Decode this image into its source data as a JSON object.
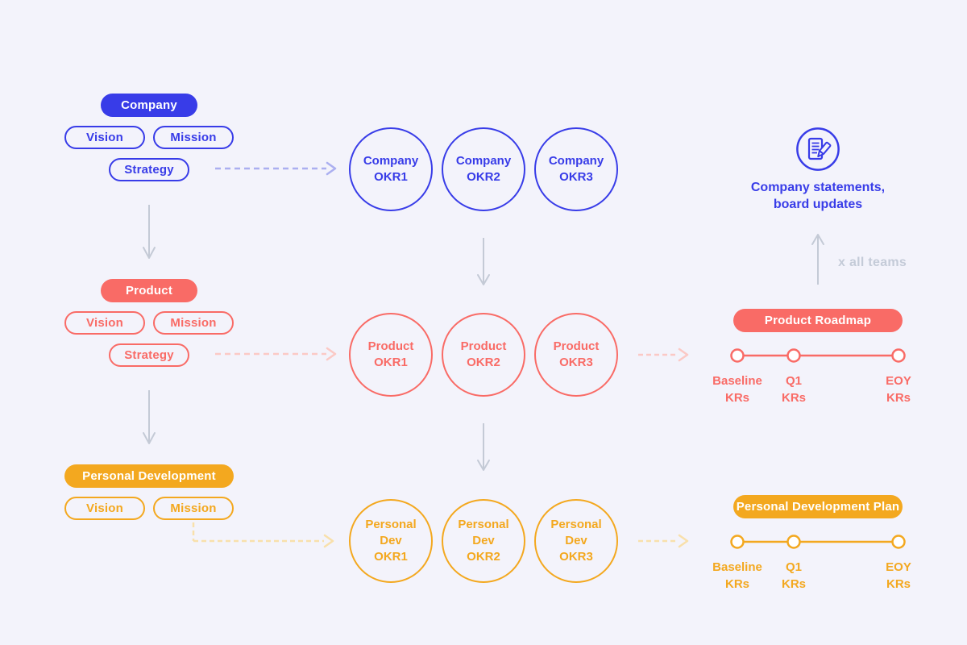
{
  "colors": {
    "blue": "#383ce8",
    "blue_light": "#abaff0",
    "coral": "#f96b66",
    "coral_light": "#fbc9c5",
    "amber": "#f3a81f",
    "amber_light": "#f8e0ab",
    "gray": "#c4cad6",
    "gray_text": "#c4cbd8",
    "background": "#f3f3fb"
  },
  "company": {
    "title": "Company",
    "vision": "Vision",
    "mission": "Mission",
    "strategy": "Strategy",
    "okr1": [
      "Company",
      "OKR1"
    ],
    "okr2": [
      "Company",
      "OKR2"
    ],
    "okr3": [
      "Company",
      "OKR3"
    ],
    "output": {
      "icon": "document-pencil-icon",
      "caption": [
        "Company statements,",
        "board updates"
      ],
      "note": "x all teams"
    }
  },
  "product": {
    "title": "Product",
    "vision": "Vision",
    "mission": "Mission",
    "strategy": "Strategy",
    "okr1": [
      "Product",
      "OKR1"
    ],
    "okr2": [
      "Product",
      "OKR2"
    ],
    "okr3": [
      "Product",
      "OKR3"
    ],
    "roadmap": {
      "title": "Product Roadmap",
      "milestones": [
        [
          "Baseline",
          "KRs"
        ],
        [
          "Q1",
          "KRs"
        ],
        [
          "EOY",
          "KRs"
        ]
      ]
    }
  },
  "personal": {
    "title": "Personal Development",
    "vision": "Vision",
    "mission": "Mission",
    "okr1": [
      "Personal",
      "Dev",
      "OKR1"
    ],
    "okr2": [
      "Personal",
      "Dev",
      "OKR2"
    ],
    "okr3": [
      "Personal",
      "Dev",
      "OKR3"
    ],
    "plan": {
      "title": "Personal Development Plan",
      "milestones": [
        [
          "Baseline",
          "KRs"
        ],
        [
          "Q1",
          "KRs"
        ],
        [
          "EOY",
          "KRs"
        ]
      ]
    }
  }
}
